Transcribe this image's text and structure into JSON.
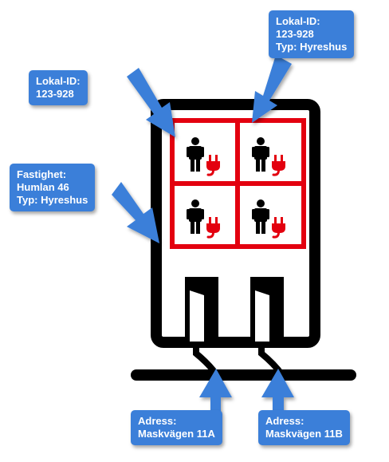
{
  "colors": {
    "accent": "#3b7fd9",
    "frame": "#000000",
    "highlight": "#e3000f"
  },
  "callouts": {
    "lokal_top": {
      "line1": "Lokal-ID:",
      "line2": "123-928",
      "line3": "Typ: Hyreshus"
    },
    "lokal_left": {
      "line1": "Lokal-ID:",
      "line2": "123-928"
    },
    "fastighet": {
      "line1": "Fastighet:",
      "line2": "Humlan 46",
      "line3": "Typ: Hyreshus"
    },
    "adress_a": {
      "line1": "Adress:",
      "line2": "Maskvägen 11A"
    },
    "adress_b": {
      "line1": "Adress:",
      "line2": "Maskvägen 11B"
    }
  },
  "icons": {
    "occupant": "person-icon",
    "power": "electric-plug-icon"
  }
}
